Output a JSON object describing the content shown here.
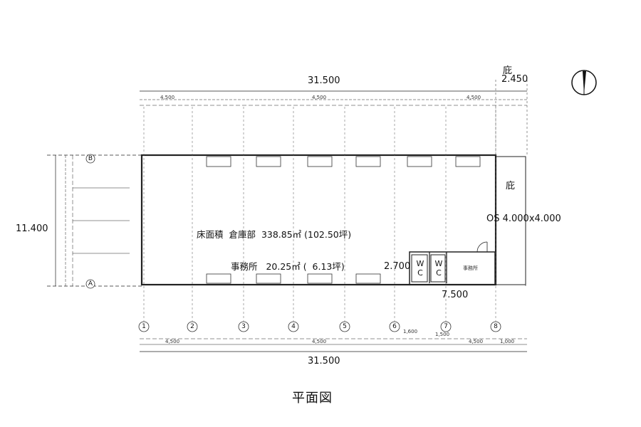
{
  "title": "平面図",
  "dimensions": {
    "top_total": "31.500",
    "bottom_total": "31.500",
    "left_height": "11.400",
    "eave_top_label": "庇",
    "eave_top_value": "2.450",
    "eave_right_label": "庇",
    "os_label": "OS 4.000x4.000",
    "office_height": "2.700",
    "office_width": "7.500",
    "sub_4500": "4,500",
    "sub_1500": "1,500",
    "sub_1600": "1,600",
    "sub_1000": "1,000"
  },
  "floor_area": {
    "label": "床面積",
    "warehouse_label": "倉庫部",
    "warehouse_value": "338.85㎡ (102.50坪)",
    "office_label": "事務所",
    "office_value": "20.25㎡ (  6.13坪)"
  },
  "rooms": {
    "wc1": "W C",
    "wc2": "W C",
    "office": "事務所"
  },
  "grid_columns": [
    "1",
    "2",
    "3",
    "4",
    "5",
    "6",
    "7",
    "8"
  ],
  "grid_rows": [
    "B",
    "A"
  ]
}
